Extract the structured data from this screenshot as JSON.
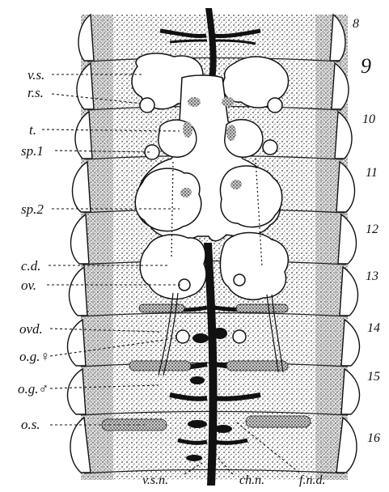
{
  "figure": {
    "left_labels": [
      "v.s.",
      "r.s.",
      "t.",
      "sp.1",
      "sp.2",
      "c.d.",
      "ov.",
      "ovd.",
      "o.g.♀",
      "o.g.♂",
      "o.s."
    ],
    "segment_numbers": [
      "8",
      "9",
      "10",
      "11",
      "12",
      "13",
      "14",
      "15",
      "16"
    ],
    "bottom_labels": [
      "v.s.n.",
      "ch.n.",
      "f.n.d."
    ]
  },
  "colors": {
    "ink": "#111111",
    "stipple": "#555555",
    "paper": "#ffffff"
  }
}
